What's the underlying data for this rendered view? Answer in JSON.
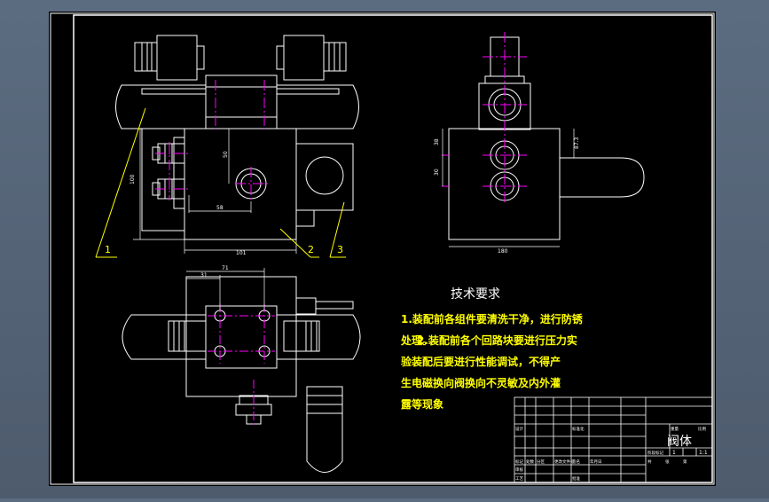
{
  "drawing": {
    "colors": {
      "background": "#000000",
      "outline": "#ffffff",
      "center_line": "#ff00ff",
      "dimension": "#ffffff",
      "text_note": "#ffff00",
      "viewport_bg": "#5c6c80"
    },
    "dimensions": {
      "front_height": "100",
      "front_width": "101",
      "front_offset_x": "58",
      "front_offset_y": "50",
      "side_width": "180",
      "side_h1": "38",
      "side_h2": "30",
      "side_h3": "87.3",
      "top_a": "71",
      "top_b": "31"
    },
    "part_labels": [
      "1",
      "2",
      "3"
    ]
  },
  "tech_requirements": {
    "title": "技术要求",
    "lines": [
      "1.装配前各组件要清洗干净，进行防锈",
      "处理。",
      "2.装配前各个回路块要进行压力实",
      "验装配后要进行性能调试，不得产",
      "生电磁换向阀换向不灵敏及内外灌",
      "露等现象"
    ]
  },
  "title_block": {
    "part_name": "阀体",
    "scale": "1:1",
    "sheet": "1",
    "cells": [
      "标记",
      "处数",
      "分区",
      "更改文件号",
      "签名",
      "年月日",
      "设计",
      "标准化",
      "审核",
      "工艺",
      "批准",
      "阶段标记",
      "重量",
      "比例",
      "共",
      "张",
      "第"
    ]
  }
}
